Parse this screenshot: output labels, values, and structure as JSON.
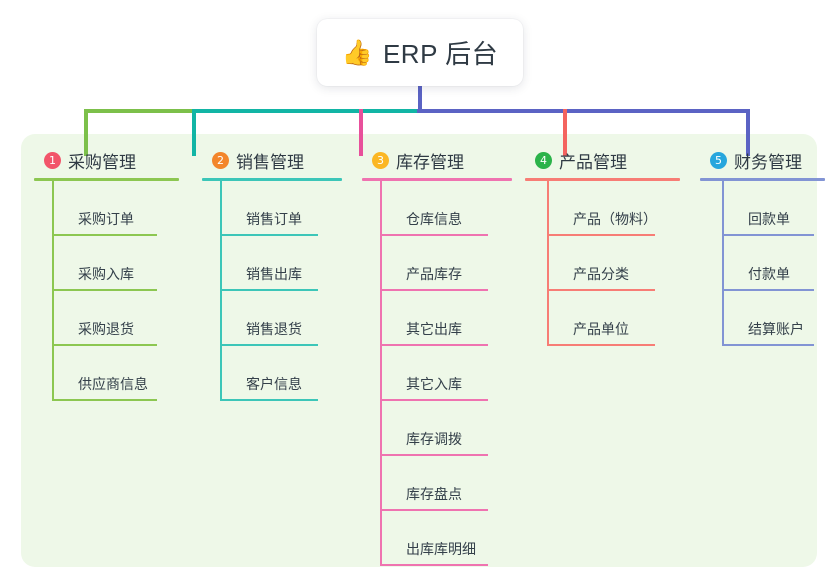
{
  "root": {
    "icon": "thumbs-up-icon",
    "icon_glyph": "👍",
    "title": "ERP 后台"
  },
  "theme": {
    "panel_background": "#eef8e8",
    "page_background": "#ffffff",
    "text": "#2f3a44",
    "bus_left": "#7cc04a",
    "bus_mid": "#12b5a5",
    "bus_right": "#5b63c4"
  },
  "columns": [
    {
      "index": "1",
      "title": "采购管理",
      "badge_color": "#f2556a",
      "line_color": "#8cc751",
      "items": [
        {
          "label": "采购订单"
        },
        {
          "label": "采购入库"
        },
        {
          "label": "采购退货"
        },
        {
          "label": "供应商信息"
        }
      ]
    },
    {
      "index": "2",
      "title": "销售管理",
      "badge_color": "#f3862b",
      "line_color": "#3cc6b8",
      "items": [
        {
          "label": "销售订单"
        },
        {
          "label": "销售出库"
        },
        {
          "label": "销售退货"
        },
        {
          "label": "客户信息"
        }
      ]
    },
    {
      "index": "3",
      "title": "库存管理",
      "badge_color": "#fbb724",
      "line_color": "#ef73b0",
      "items": [
        {
          "label": "仓库信息"
        },
        {
          "label": "产品库存"
        },
        {
          "label": "其它出库"
        },
        {
          "label": "其它入库"
        },
        {
          "label": "库存调拨"
        },
        {
          "label": "库存盘点"
        },
        {
          "label": "出库库明细"
        }
      ]
    },
    {
      "index": "4",
      "title": "产品管理",
      "badge_color": "#2bb34a",
      "line_color": "#f77d75",
      "items": [
        {
          "label": "产品（物料）"
        },
        {
          "label": "产品分类"
        },
        {
          "label": "产品单位"
        }
      ]
    },
    {
      "index": "5",
      "title": "财务管理",
      "badge_color": "#27a6dd",
      "line_color": "#8294d4",
      "items": [
        {
          "label": "回款单"
        },
        {
          "label": "付款单"
        },
        {
          "label": "结算账户"
        }
      ]
    }
  ]
}
